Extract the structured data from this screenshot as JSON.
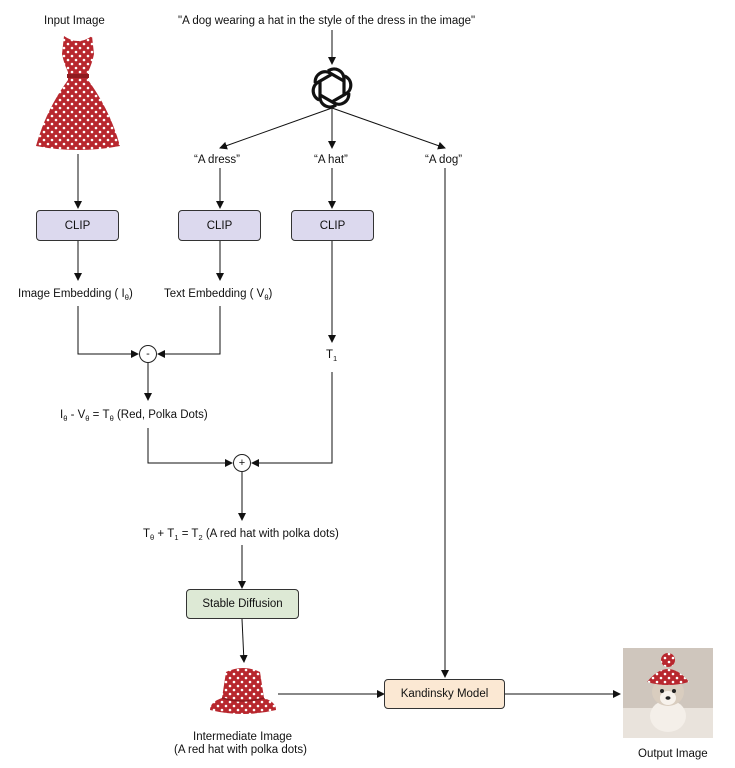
{
  "input_label": "Input Image",
  "prompt": "\"A dog wearing a hat in the style of the dress in the image\"",
  "openai_icon": "openai-logo-icon",
  "branches": {
    "dress": "“A dress”",
    "hat": "“A hat”",
    "dog": "“A dog”"
  },
  "clip_label": "CLIP",
  "image_embedding": {
    "text": "Image Embedding ( I",
    "sub": "θ",
    "close": ")"
  },
  "text_embedding": {
    "text": "Text Embedding ( V",
    "sub": "θ",
    "close": ")"
  },
  "minus_op": "-",
  "plus_op": "+",
  "t1": {
    "text": "T",
    "sub": "1"
  },
  "equation1": {
    "a": "I",
    "a_sub": "θ",
    "b": " - V",
    "b_sub": "θ",
    "c": " = T",
    "c_sub": "θ",
    "d": " (Red, Polka Dots)"
  },
  "equation2": {
    "a": "T",
    "a_sub": "θ",
    "b": " + T",
    "b_sub": "1",
    "c": " = T",
    "c_sub": "2",
    "d": " (A red hat with polka dots)"
  },
  "stable_diffusion": "Stable Diffusion",
  "kandinsky": "Kandinsky Model",
  "intermediate_line1": "Intermediate Image",
  "intermediate_line2": "(A red hat with polka dots)",
  "output_label": "Output Image",
  "colors": {
    "clip_fill": "#dcd9ee",
    "sd_fill": "#dde9d5",
    "kandinsky_fill": "#fbe8d3",
    "polka_red": "#b8272e"
  }
}
